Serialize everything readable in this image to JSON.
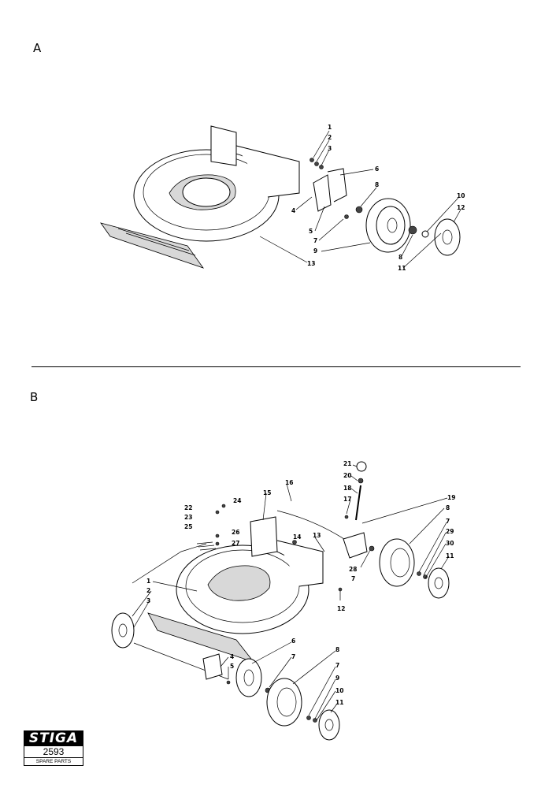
{
  "sections": {
    "a": {
      "label": "A"
    },
    "b": {
      "label": "B"
    }
  },
  "callouts_a": [
    "1",
    "2",
    "3",
    "6",
    "8",
    "4",
    "5",
    "7",
    "9",
    "13",
    "10",
    "12",
    "8",
    "11"
  ],
  "callouts_b": [
    "21",
    "20",
    "18",
    "17",
    "19",
    "16",
    "15",
    "22",
    "24",
    "23",
    "25",
    "26",
    "27",
    "14",
    "13",
    "8",
    "7",
    "29",
    "30",
    "11",
    "28",
    "7",
    "1",
    "2",
    "3",
    "12",
    "4",
    "5",
    "6",
    "7",
    "8",
    "7",
    "9",
    "10",
    "11"
  ],
  "brand": {
    "name": "STIGA",
    "model": "2593",
    "subtitle": "SPARE PARTS"
  }
}
